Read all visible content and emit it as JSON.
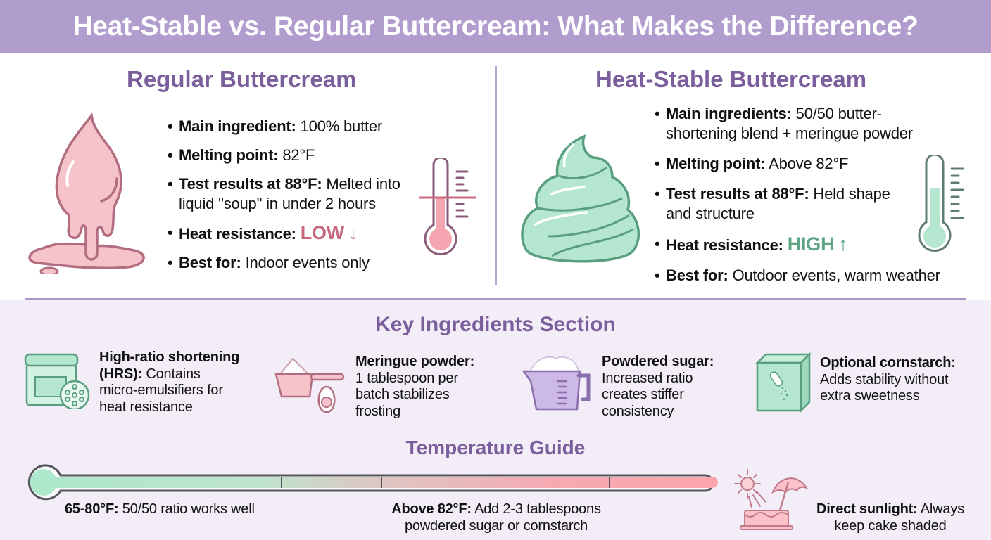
{
  "header": {
    "title": "Heat-Stable vs. Regular Buttercream: What Makes the Difference?"
  },
  "regular": {
    "title": "Regular Buttercream",
    "icon": "melting-drop-icon",
    "thermometer_icon": "thermometer-low-icon",
    "bullets": [
      {
        "label": "Main ingredient:",
        "value": "100% butter"
      },
      {
        "label": "Melting point:",
        "value": "82°F"
      },
      {
        "label": "Test results at 88°F:",
        "value": "Melted into",
        "value2": "liquid \"soup\" in under 2 hours"
      },
      {
        "label": "Heat resistance:",
        "value": "LOW",
        "arrow": "↓"
      },
      {
        "label": "Best for:",
        "value": "Indoor events only"
      }
    ]
  },
  "heat_stable": {
    "title": "Heat-Stable Buttercream",
    "icon": "frosting-swirl-icon",
    "thermometer_icon": "thermometer-high-icon",
    "bullets": [
      {
        "label": "Main ingredients:",
        "value": "50/50 butter-",
        "value2": "shortening blend + meringue powder"
      },
      {
        "label": "Melting point:",
        "value": "Above 82°F"
      },
      {
        "label": "Test results at 88°F:",
        "value": "Held shape",
        "value2": "and structure"
      },
      {
        "label": "Heat resistance:",
        "value": "HIGH",
        "arrow": "↑"
      },
      {
        "label": "Best for:",
        "value": "Outdoor events, warm weather"
      }
    ]
  },
  "ingredients": {
    "title": "Key Ingredients Section",
    "items": [
      {
        "icon": "shortening-tub-icon",
        "label": "High-ratio shortening",
        "label2": "(HRS):",
        "line2": "Contains",
        "line3": "micro-emulsifiers for",
        "line4": "heat resistance"
      },
      {
        "icon": "measuring-scoop-egg-icon",
        "label": "Meringue powder:",
        "line2": "1 tablespoon per",
        "line3": "batch stabilizes",
        "line4": "frosting"
      },
      {
        "icon": "measuring-cup-icon",
        "label": "Powdered sugar:",
        "line2": "Increased ratio",
        "line3": "creates stiffer",
        "line4": "consistency"
      },
      {
        "icon": "cornstarch-box-icon",
        "label": "Optional cornstarch:",
        "line2": "Adds stability without",
        "line3": "extra sweetness"
      }
    ]
  },
  "temperature_guide": {
    "title": "Temperature Guide",
    "gauge_icon": "temperature-gauge-icon",
    "labels": [
      {
        "label": "65-80°F:",
        "value": "50/50 ratio works well"
      },
      {
        "label": "Above 82°F:",
        "value": "Add 2-3 tablespoons",
        "value2": "powdered sugar or cornstarch"
      },
      {
        "label": "Direct sunlight:",
        "value": "Always",
        "value2": "keep cake shaded",
        "icon": "sun-umbrella-cake-icon"
      }
    ]
  },
  "colors": {
    "header_bg": "#b09ccd",
    "title_purple": "#7b5f9c",
    "low_pink": "#c6677d",
    "high_green": "#5da585",
    "bottom_bg": "#f2edf7",
    "pink_fill": "#f7c3cb",
    "mint_fill": "#b4e6d0"
  }
}
